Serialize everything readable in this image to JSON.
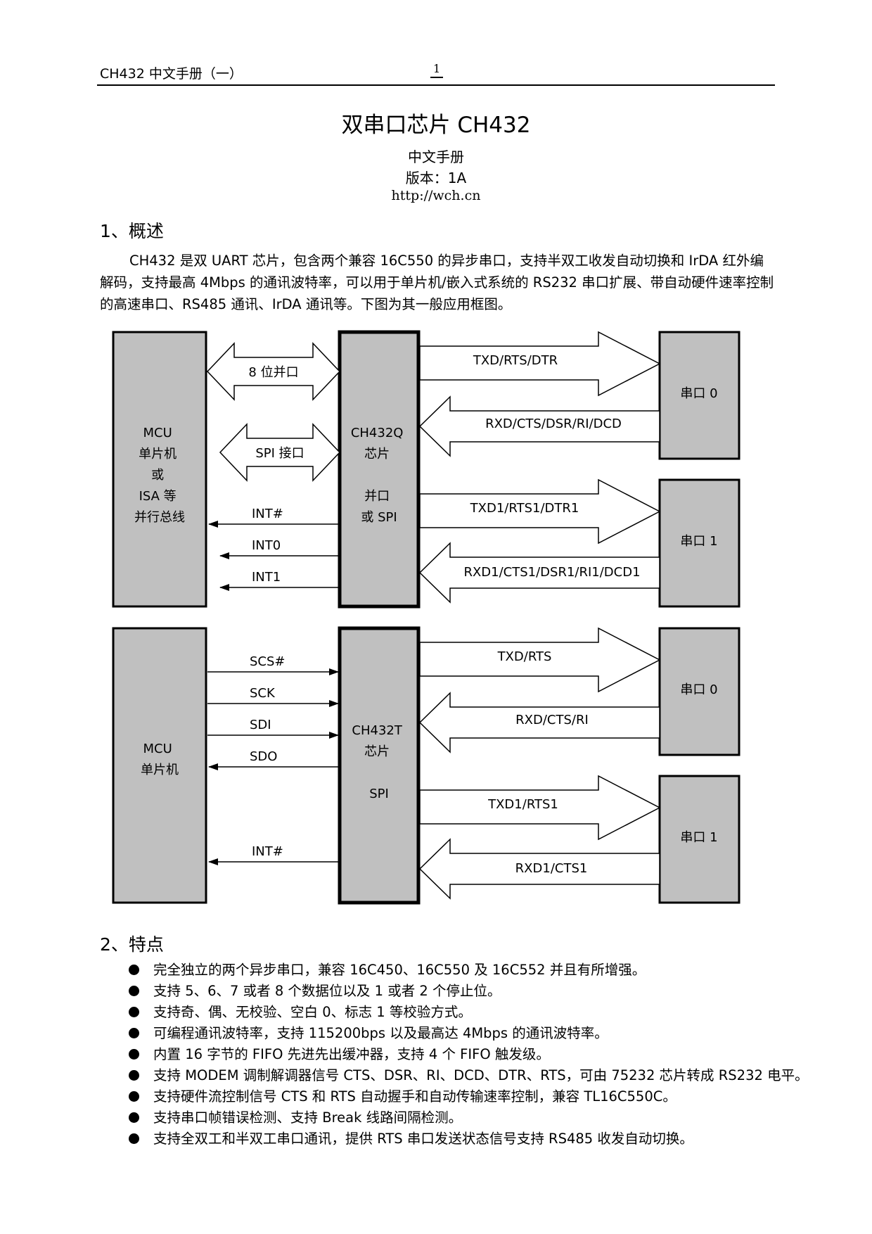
{
  "header": {
    "left": "CH432 中文手册（一）",
    "page_number": "1"
  },
  "title": "双串口芯片 CH432",
  "subtitle": "中文手册",
  "version": "版本：1A",
  "url": "http://wch.cn",
  "section1": {
    "heading": "1、概述",
    "paragraph": "CH432 是双 UART 芯片，包含两个兼容 16C550 的异步串口，支持半双工收发自动切换和 IrDA 红外编解码，支持最高 4Mbps 的通讯波特率，可以用于单片机/嵌入式系统的 RS232 串口扩展、带自动硬件速率控制的高速串口、RS485 通讯、IrDA 通讯等。下图为其一般应用框图。"
  },
  "diagram1": {
    "mcu_lines": [
      "MCU",
      "单片机",
      "或",
      "ISA 等",
      "并行总线"
    ],
    "chip_lines": [
      "CH432Q",
      "芯片",
      "",
      "并口",
      "或 SPI"
    ],
    "bus_parallel": "8 位并口",
    "bus_spi": "SPI 接口",
    "int_labels": [
      "INT#",
      "INT0",
      "INT1"
    ],
    "port0_label": "串口 0",
    "port1_label": "串口 1",
    "port0_tx": "TXD/RTS/DTR",
    "port0_rx": "RXD/CTS/DSR/RI/DCD",
    "port1_tx": "TXD1/RTS1/DTR1",
    "port1_rx": "RXD1/CTS1/DSR1/RI1/DCD1"
  },
  "diagram2": {
    "mcu_lines": [
      "MCU",
      "单片机"
    ],
    "chip_lines": [
      "CH432T",
      "芯片",
      "",
      "SPI"
    ],
    "signals": [
      "SCS#",
      "SCK",
      "SDI",
      "SDO"
    ],
    "int_label": "INT#",
    "port0_label": "串口 0",
    "port1_label": "串口 1",
    "port0_tx": "TXD/RTS",
    "port0_rx": "RXD/CTS/RI",
    "port1_tx": "TXD1/RTS1",
    "port1_rx": "RXD1/CTS1"
  },
  "section2": {
    "heading": "2、特点",
    "items": [
      "完全独立的两个异步串口，兼容 16C450、16C550 及 16C552 并且有所增强。",
      "支持 5、6、7 或者 8 个数据位以及 1 或者 2 个停止位。",
      "支持奇、偶、无校验、空白 0、标志 1 等校验方式。",
      "可编程通讯波特率，支持 115200bps 以及最高达 4Mbps 的通讯波特率。",
      "内置 16 字节的 FIFO 先进先出缓冲器，支持 4 个 FIFO 触发级。",
      "支持 MODEM 调制解调器信号 CTS、DSR、RI、DCD、DTR、RTS，可由 75232 芯片转成 RS232 电平。",
      "支持硬件流控制信号 CTS 和 RTS 自动握手和自动传输速率控制，兼容 TL16C550C。",
      "支持串口帧错误检测、支持 Break 线路间隔检测。",
      "支持全双工和半双工串口通讯，提供 RTS 串口发送状态信号支持 RS485 收发自动切换。"
    ]
  }
}
